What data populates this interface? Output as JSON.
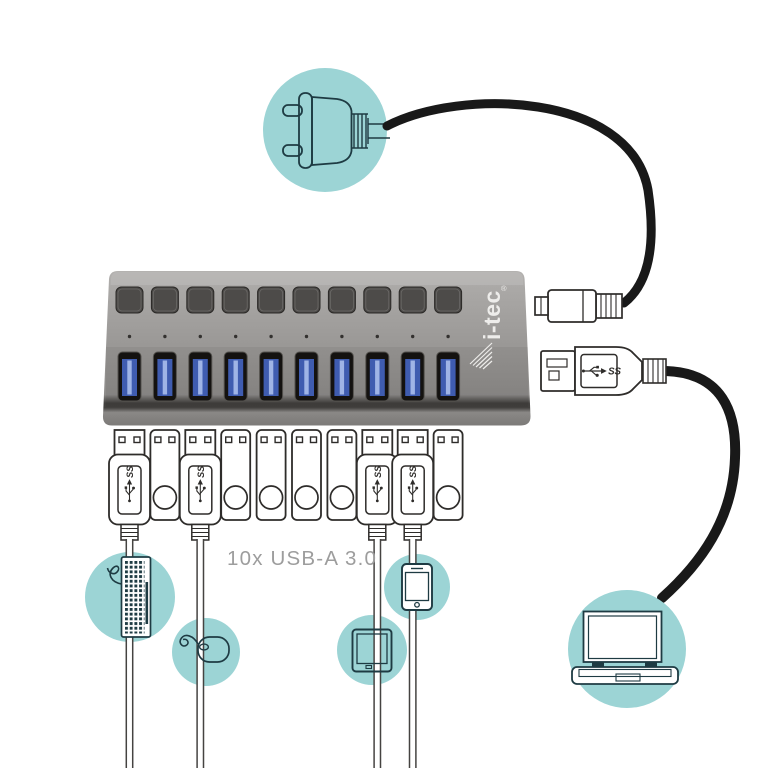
{
  "scene": {
    "description": "Product connection diagram of an i-tec 10-port USB hub",
    "background": "#ffffff",
    "caption": "10x USB-A 3.0"
  },
  "hub": {
    "brand": "i-tec",
    "brand_reg": "®",
    "button_count": 10,
    "led_count": 10,
    "port_count": 10,
    "port_type": "USB-A 3.0"
  },
  "connectors": {
    "ss_label": "SS",
    "types": [
      "cable-ss",
      "stick",
      "cable-ss",
      "stick",
      "stick",
      "stick",
      "stick",
      "cable-ss",
      "cable-ss",
      "stick"
    ]
  },
  "peripherals": [
    {
      "id": "power-plug",
      "icon": "eu-power-plug-icon"
    },
    {
      "id": "dc-connector",
      "icon": "dc-barrel-plug-icon"
    },
    {
      "id": "usb-b-uplink",
      "icon": "usb-b-connector-icon"
    },
    {
      "id": "keyboard",
      "icon": "keyboard-icon"
    },
    {
      "id": "mouse",
      "icon": "mouse-icon"
    },
    {
      "id": "tablet",
      "icon": "tablet-icon"
    },
    {
      "id": "smartphone",
      "icon": "smartphone-icon"
    },
    {
      "id": "laptop",
      "icon": "laptop-icon"
    }
  ],
  "colors": {
    "teal_circle": "#9cd4d5",
    "icon_outline": "#1e3b43",
    "cable_black": "#191919",
    "connector_outline": "#2e2c2a",
    "cable_edge": "#454341",
    "hub_light": "#b3b1af",
    "hub_dark": "#6f6d6b",
    "button_gray": "#4d4b49",
    "port_recess": "#141210",
    "port_blue": "#3f5cb0",
    "port_blue_light": "#9fb4e6",
    "label_gray": "#9d9d9d",
    "logo_white": "#eeedeb"
  }
}
